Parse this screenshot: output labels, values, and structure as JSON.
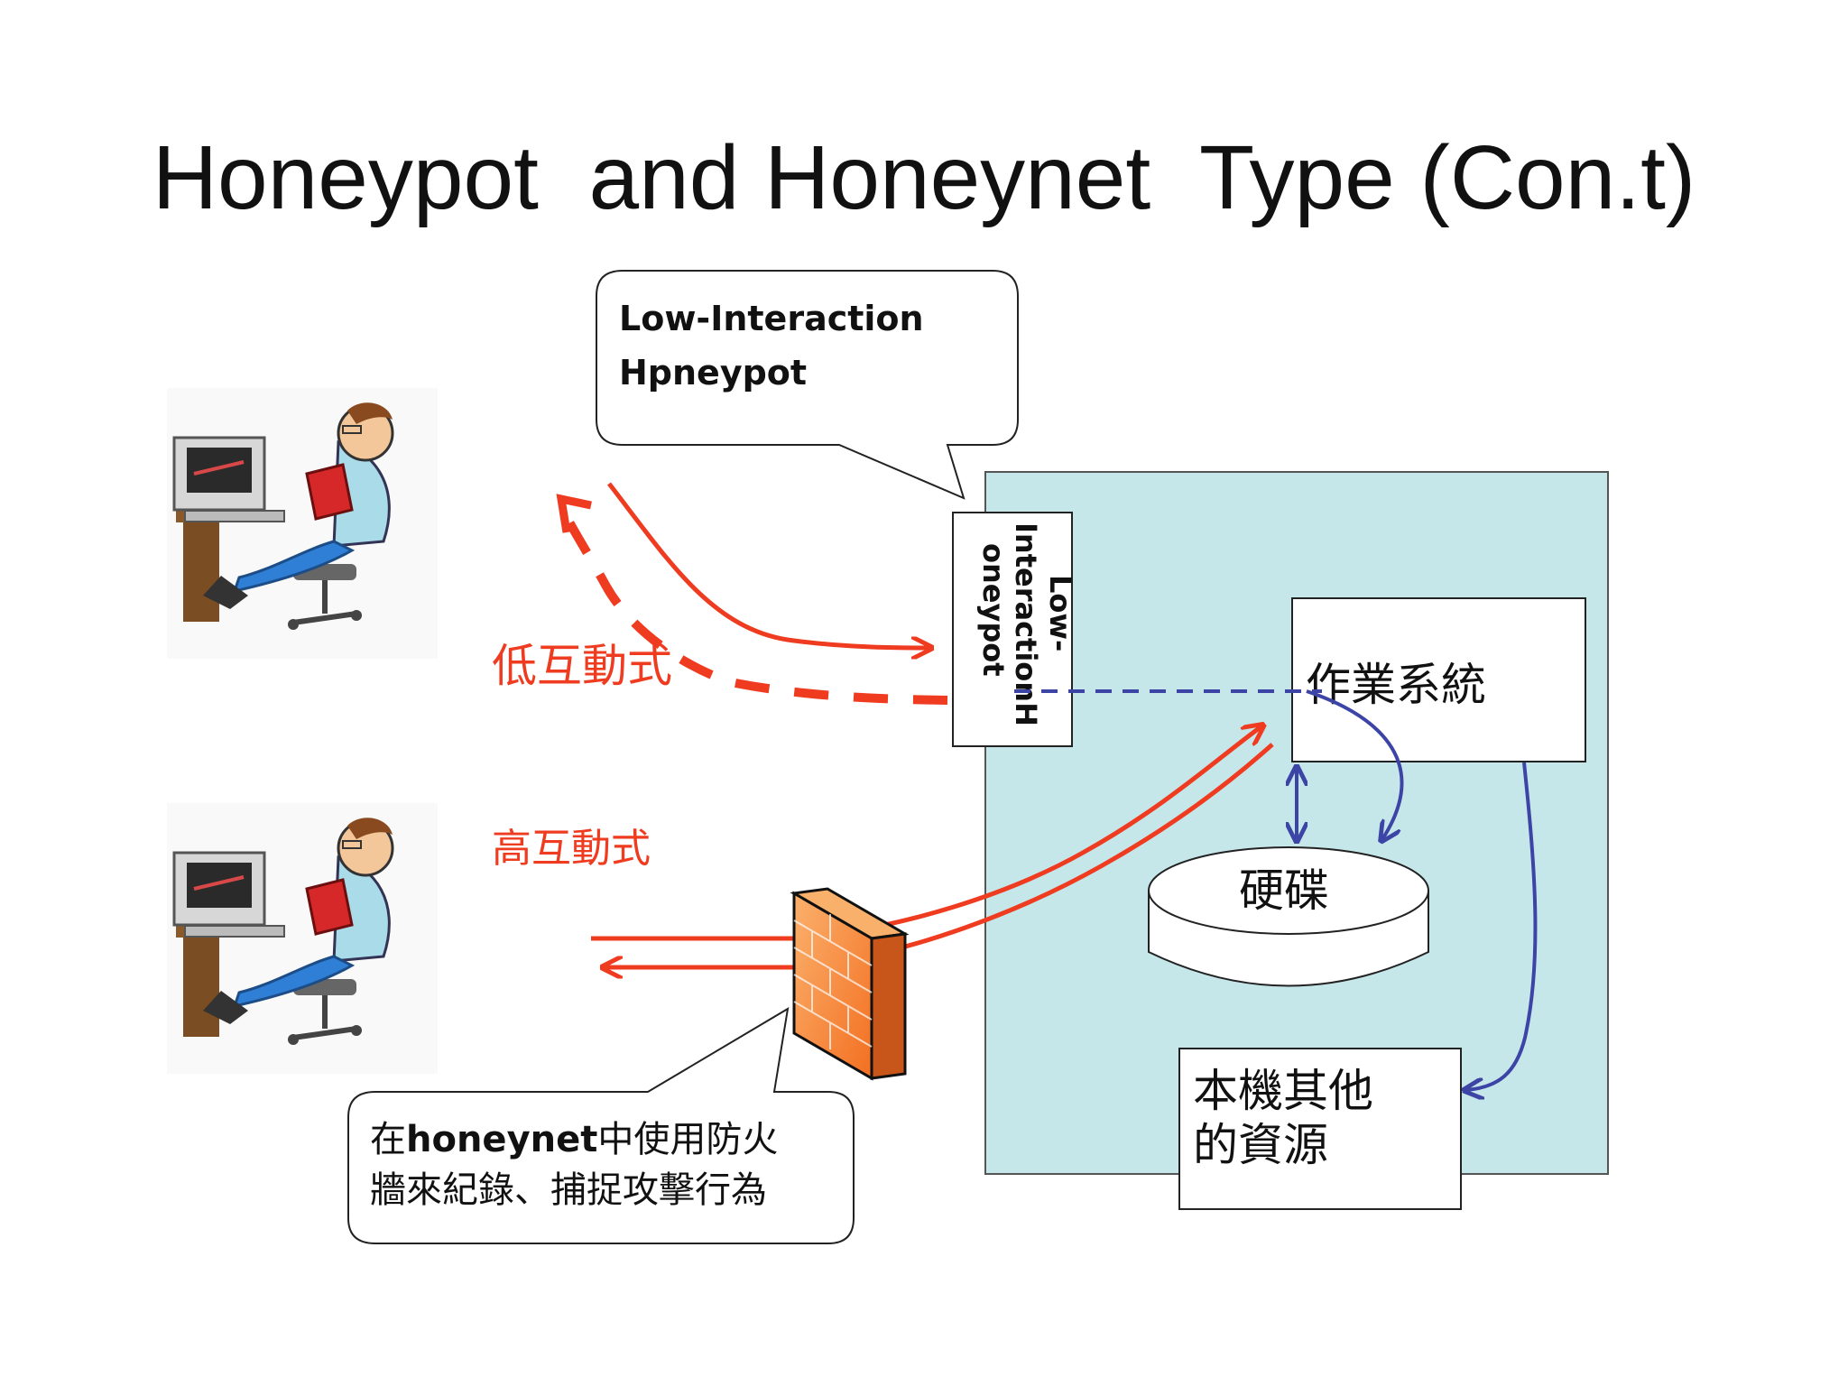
{
  "slide": {
    "title": "Honeypot  and Honeynet  Type (Con.t)"
  },
  "callout_top": {
    "line1": "Low-Interaction",
    "line2": "Hpneypot"
  },
  "honeypot_box": {
    "line1": "Low-",
    "line2": "InteractionH",
    "line3": "oneypot"
  },
  "os_box": {
    "label": "作業系統"
  },
  "disk": {
    "label": "硬碟"
  },
  "resources_box": {
    "line1": "本機其他",
    "line2": "的資源"
  },
  "labels": {
    "low_interaction": "低互動式",
    "high_interaction": "高互動式"
  },
  "callout_bottom": {
    "line1_prefix": "在",
    "line1_bold": "honeynet",
    "line1_suffix": "中使用防火",
    "line2": "牆來紀錄、捕捉攻擊行為"
  },
  "colors": {
    "attack_red": "#ef3b1f",
    "internal_blue": "#3c44a6",
    "network_bg": "#c6e7ea",
    "firewall_orange": "#f79646"
  }
}
